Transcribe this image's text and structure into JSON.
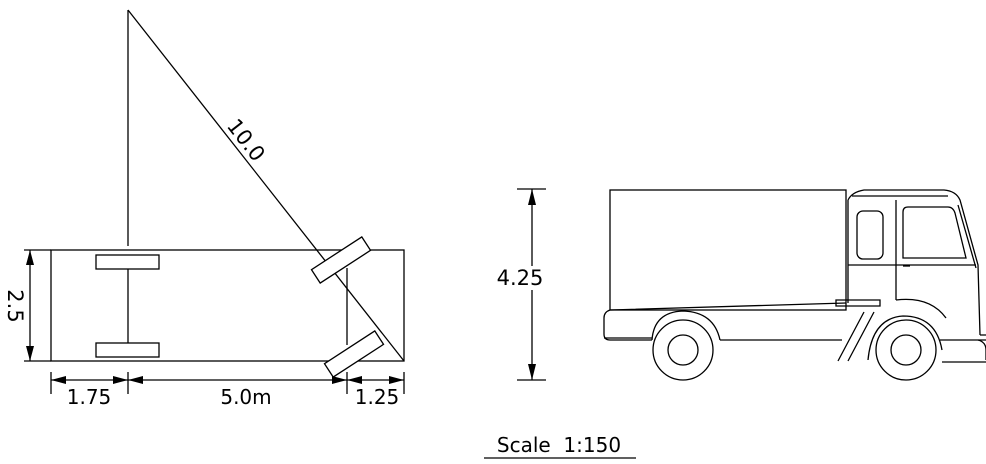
{
  "plan_view": {
    "diagonal_label": "10.0",
    "width_label": "2.5",
    "rear_overhang_label": "1.75",
    "wheelbase_label": "5.0m",
    "front_overhang_label": "1.25"
  },
  "side_view": {
    "height_label": "4.25"
  },
  "scale": {
    "label": "Scale  1:150"
  }
}
